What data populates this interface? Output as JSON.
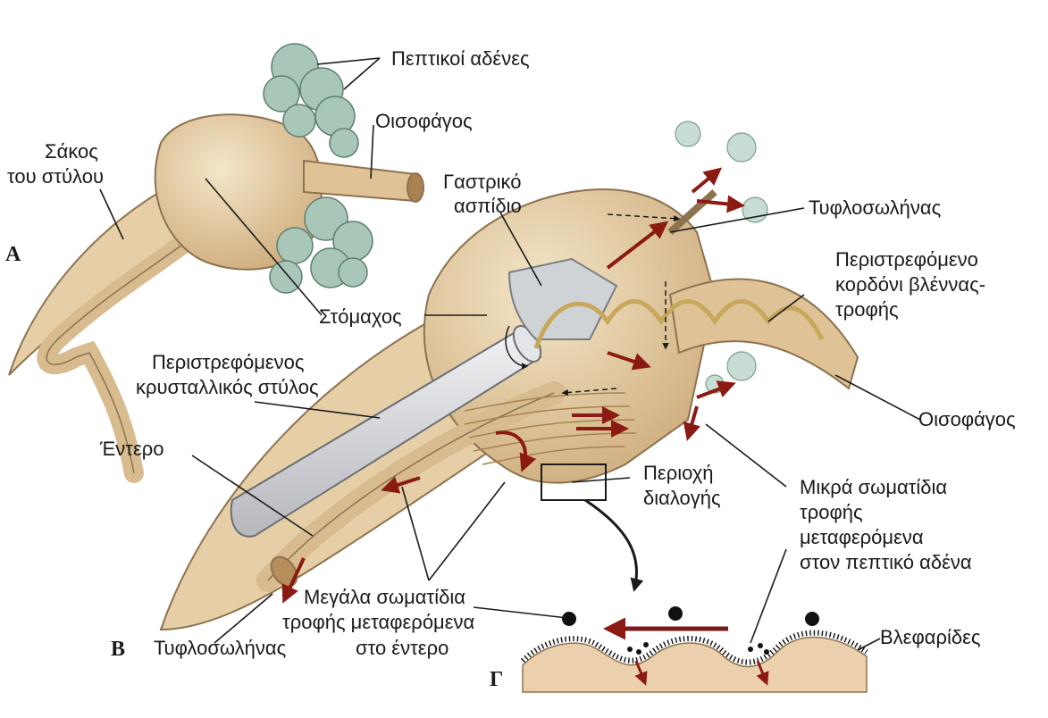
{
  "panels": {
    "a": "A",
    "b": "B",
    "c": "Γ"
  },
  "labels": {
    "peptic_glands": "Πεπτικοί αδένες",
    "esophagus_top": "Οισοφάγος",
    "style_sac_line1": "Σάκος",
    "style_sac_line2": "του στύλου",
    "gastric_shield_line1": "Γαστρικό",
    "gastric_shield_line2": "ασπίδιο",
    "typhlosole_top": "Τυφλοσωλήνας",
    "rotating_cord_line1": "Περιστρεφόμενο",
    "rotating_cord_line2": "κορδόνι βλέννας-",
    "rotating_cord_line3": "τροφής",
    "stomach": "Στόμαχος",
    "crystalline_style_line1": "Περιστρεφόμενος",
    "crystalline_style_line2": "κρυσταλλικός στύλος",
    "esophagus_right": "Οισοφάγος",
    "intestine": "Έντερο",
    "sorting_area_line1": "Περιοχή",
    "sorting_area_line2": "διαλογής",
    "small_particles_line1": "Μικρά σωματίδια",
    "small_particles_line2": "τροφής",
    "small_particles_line3": "μεταφερόμενα",
    "small_particles_line4": "στον πεπτικό αδένα",
    "large_particles_line1": "Μεγάλα σωματίδια",
    "large_particles_line2": "τροφής μεταφερόμενα",
    "large_particles_line3": "στο έντερο",
    "typhlosole_bottom": "Τυφλοσωλήνας",
    "cilia": "Βλεφαρίδες"
  },
  "colors": {
    "tissue": "#e6cfa6",
    "tissue_dark": "#c9a878",
    "tissue_inner": "#b78e5c",
    "gland": "#a9c7b8",
    "shield": "#cfd3d6",
    "arrow": "#8b1a12",
    "style": "#dcdde0"
  }
}
